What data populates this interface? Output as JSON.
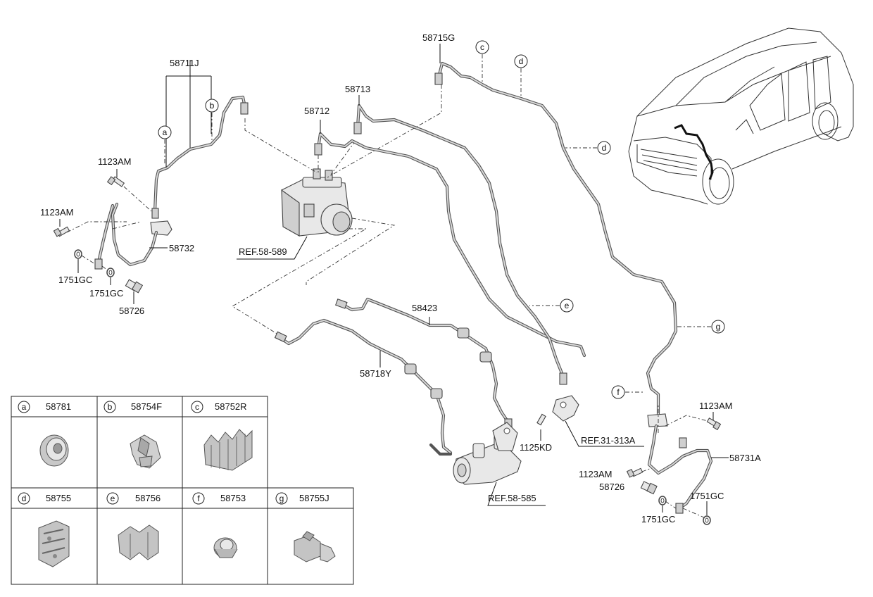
{
  "labels": {
    "p58711J": "58711J",
    "p58715G": "58715G",
    "p58713": "58713",
    "p58712": "58712",
    "p1123AM_a": "1123AM",
    "p1123AM_b": "1123AM",
    "p58732": "58732",
    "p1751GC_a": "1751GC",
    "p1751GC_b": "1751GC",
    "p58726_a": "58726",
    "ref58589": "REF.58-589",
    "p58423": "58423",
    "p58718Y": "58718Y",
    "p1125KD": "1125KD",
    "ref31313A": "REF.31-313A",
    "ref58585": "REF.58-585",
    "p1123AM_c": "1123AM",
    "p58731A": "58731A",
    "p1123AM_d": "1123AM",
    "p58726_b": "58726",
    "p1751GC_c": "1751GC",
    "p1751GC_d": "1751GC"
  },
  "callouts": {
    "a": "a",
    "b": "b",
    "c": "c",
    "d1": "d",
    "d2": "d",
    "e": "e",
    "f": "f",
    "g": "g"
  },
  "legend": [
    {
      "letter": "a",
      "part": "58781"
    },
    {
      "letter": "b",
      "part": "58754F"
    },
    {
      "letter": "c",
      "part": "58752R"
    },
    {
      "letter": "d",
      "part": "58755"
    },
    {
      "letter": "e",
      "part": "58756"
    },
    {
      "letter": "f",
      "part": "58753"
    },
    {
      "letter": "g",
      "part": "58755J"
    }
  ],
  "colors": {
    "line": "#111111",
    "pipe": "#555555",
    "part_fill": "#e8e8e8"
  }
}
